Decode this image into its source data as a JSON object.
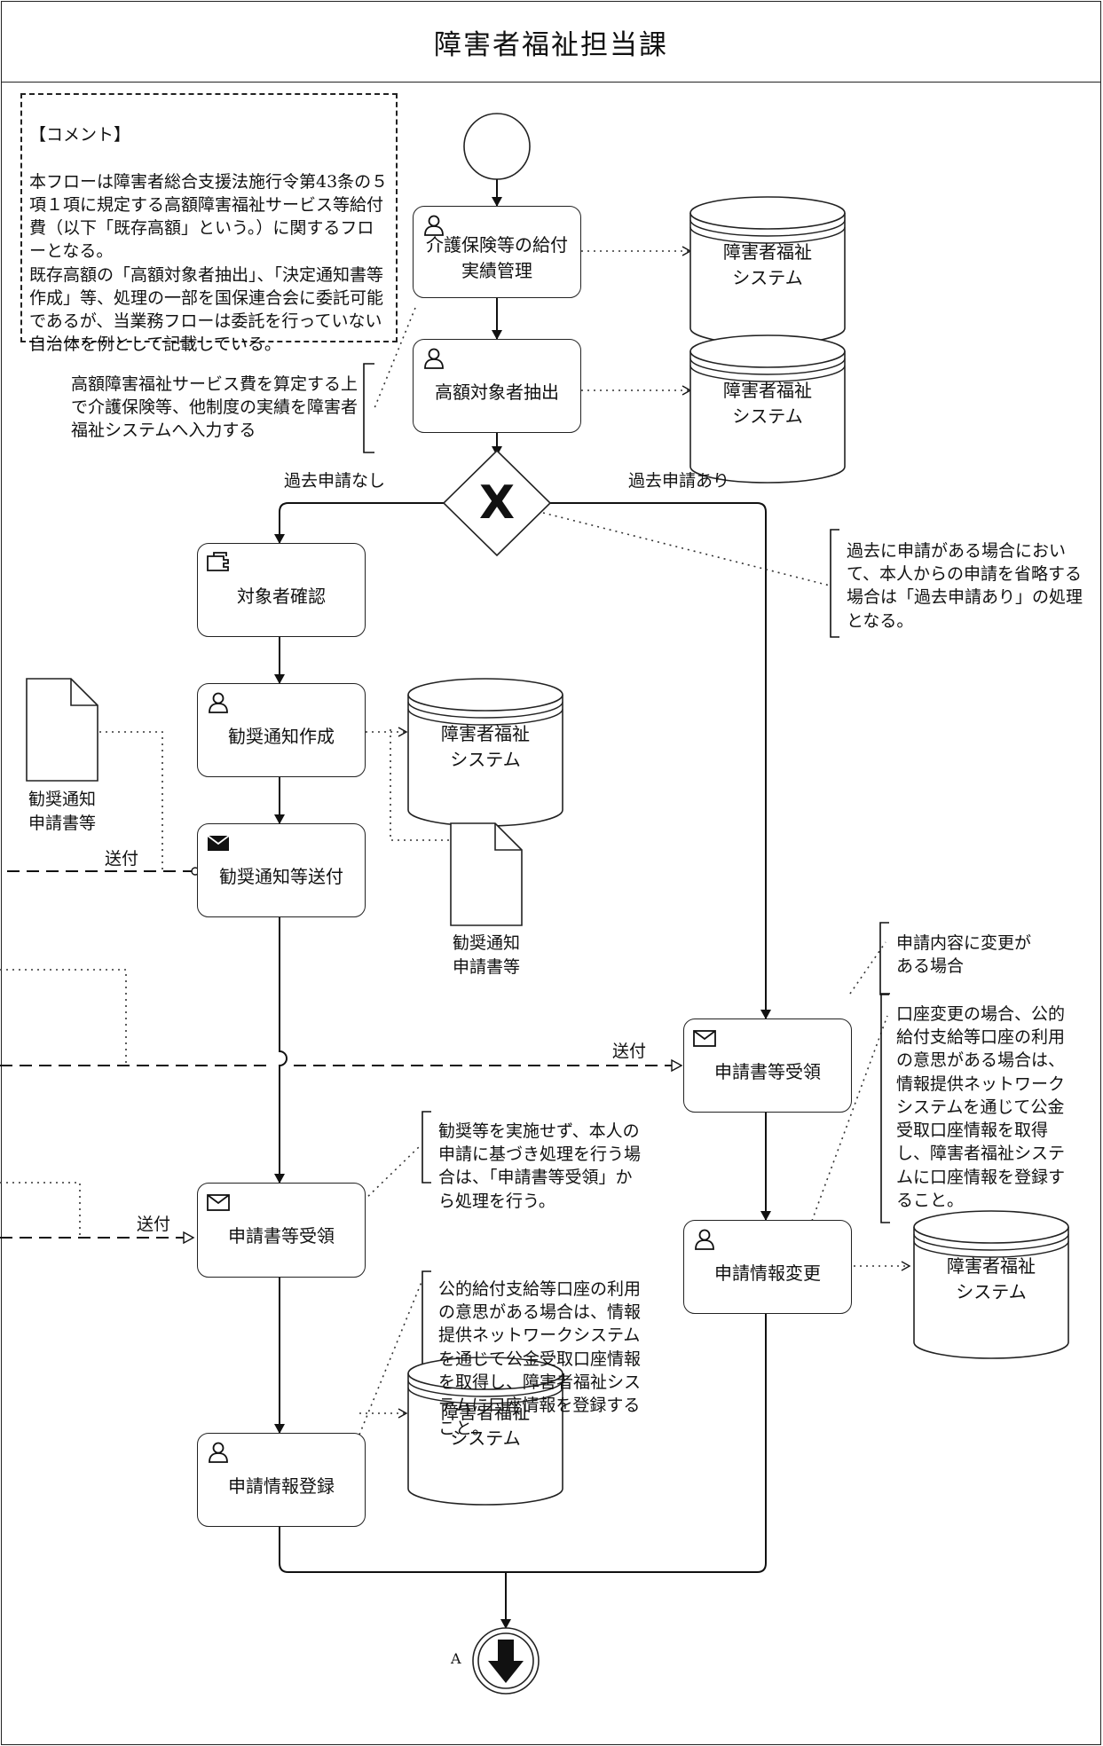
{
  "lane": {
    "title": "障害者福祉担当課"
  },
  "comment": {
    "heading": "【コメント】",
    "body": "本フローは障害者総合支援法施行令第43条の５項１項に規定する高額障害福祉サービス等給付費（以下「既存高額」という。）に関するフローとなる。\n既存高額の「高額対象者抽出」、「決定通知書等作成」等、処理の一部を国保連合会に委託可能であるが、当業務フローは委託を行っていない自治体を例として記載している。"
  },
  "tasks": {
    "t1": {
      "label": "介護保険等の給付\n実績管理",
      "icon": "user-icon"
    },
    "t2": {
      "label": "高額対象者抽出",
      "icon": "user-icon"
    },
    "t3": {
      "label": "対象者確認",
      "icon": "manual-icon"
    },
    "t4": {
      "label": "勧奨通知作成",
      "icon": "user-icon"
    },
    "t5": {
      "label": "勧奨通知等送付",
      "icon": "send-message-icon"
    },
    "t6": {
      "label": "申請書等受領",
      "icon": "receive-message-icon"
    },
    "t7": {
      "label": "申請情報登録",
      "icon": "user-icon"
    },
    "t8": {
      "label": "申請書等受領",
      "icon": "receive-message-icon"
    },
    "t9": {
      "label": "申請情報変更",
      "icon": "user-icon"
    }
  },
  "stores": {
    "s1": "障害者福祉\nシステム",
    "s2": "障害者福祉\nシステム",
    "s3": "障害者福祉\nシステム",
    "s4": "障害者福祉\nシステム",
    "s5": "障害者福祉\nシステム"
  },
  "documents": {
    "d1": "勧奨通知\n申請書等",
    "d2": "勧奨通知\n申請書等"
  },
  "annotations": {
    "a1": "高額障害福祉サービス費を算定する上で介護保険等、他制度の実績を障害者福祉システムへ入力する",
    "a2": "過去に申請がある場合において、本人からの申請を省略する場合は「過去申請あり」の処理となる。",
    "a3": "申請内容に変更がある場合",
    "a4": "勧奨等を実施せず、本人の申請に基づき処理を行う場合は、「申請書等受領」から処理を行う。",
    "a5": "公的給付支給等口座の利用の意思がある場合は、情報提供ネットワークシステムを通じて公金受取口座情報を取得し、障害者福祉システムに口座情報を登録すること。",
    "a6": "口座変更の場合、公的給付支給等口座の利用の意思がある場合は、情報提供ネットワークシステムを通じて公金受取口座情報を取得し、障害者福祉システムに口座情報を登録すること。"
  },
  "gateway": {
    "marker": "X",
    "label_left": "過去申請なし",
    "label_right": "過去申請あり"
  },
  "flows": {
    "send1": "送付",
    "send2": "送付",
    "send3": "送付"
  },
  "offpage": {
    "label": "A"
  }
}
